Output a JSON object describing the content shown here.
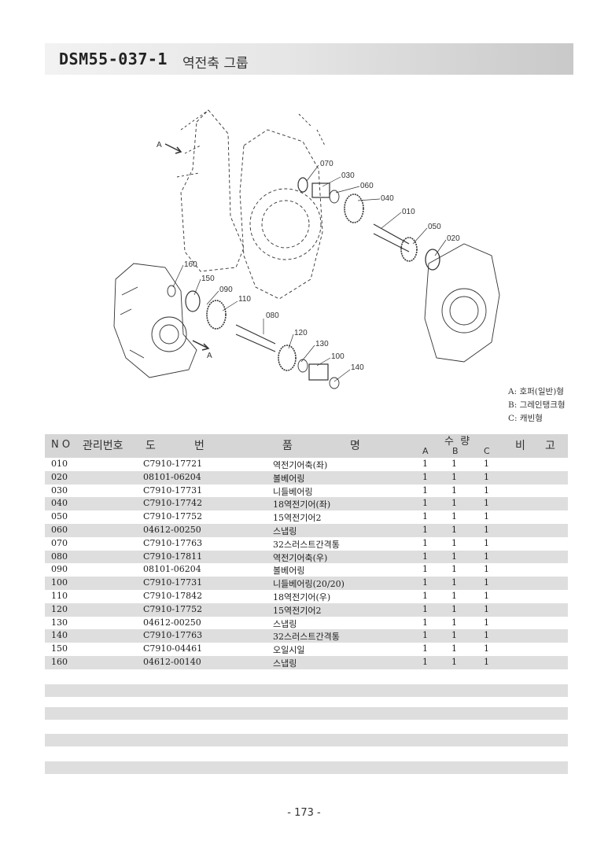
{
  "title": {
    "code": "DSM55-037-1",
    "name": "역전축 그룹"
  },
  "legend": [
    "A: 호퍼(일반)형",
    "B: 그레인탱크형",
    "C: 캐빈형"
  ],
  "diagram": {
    "view_marks": [
      "A",
      "A"
    ],
    "callouts": [
      "070",
      "030",
      "060",
      "040",
      "010",
      "050",
      "020",
      "160",
      "150",
      "090",
      "110",
      "080",
      "120",
      "130",
      "100",
      "140"
    ]
  },
  "table": {
    "headers": {
      "no": "N O",
      "mgmt": "관리번호",
      "dwg_1": "도",
      "dwg_2": "번",
      "name_1": "품",
      "name_2": "명",
      "qty": "수  량",
      "qty_a": "A",
      "qty_b": "B",
      "qty_c": "C",
      "remark_1": "비",
      "remark_2": "고"
    },
    "rows": [
      {
        "no": "010",
        "dwg": "C7910-17721",
        "name": "역전기어축(좌)",
        "a": "1",
        "b": "1",
        "c": "1"
      },
      {
        "no": "020",
        "dwg": "08101-06204",
        "name": "볼베어링",
        "a": "1",
        "b": "1",
        "c": "1"
      },
      {
        "no": "030",
        "dwg": "C7910-17731",
        "name": "니들베어링",
        "a": "1",
        "b": "1",
        "c": "1"
      },
      {
        "no": "040",
        "dwg": "C7910-17742",
        "name": "18역전기어(좌)",
        "a": "1",
        "b": "1",
        "c": "1"
      },
      {
        "no": "050",
        "dwg": "C7910-17752",
        "name": "15역전기어2",
        "a": "1",
        "b": "1",
        "c": "1"
      },
      {
        "no": "060",
        "dwg": "04612-00250",
        "name": "스냅링",
        "a": "1",
        "b": "1",
        "c": "1"
      },
      {
        "no": "070",
        "dwg": "C7910-17763",
        "name": "32스러스트간격통",
        "a": "1",
        "b": "1",
        "c": "1"
      },
      {
        "no": "080",
        "dwg": "C7910-17811",
        "name": "역전기어축(우)",
        "a": "1",
        "b": "1",
        "c": "1"
      },
      {
        "no": "090",
        "dwg": "08101-06204",
        "name": "볼베어링",
        "a": "1",
        "b": "1",
        "c": "1"
      },
      {
        "no": "100",
        "dwg": "C7910-17731",
        "name": "니들베어링(20/20)",
        "a": "1",
        "b": "1",
        "c": "1"
      },
      {
        "no": "110",
        "dwg": "C7910-17842",
        "name": "18역전기어(우)",
        "a": "1",
        "b": "1",
        "c": "1"
      },
      {
        "no": "120",
        "dwg": "C7910-17752",
        "name": "15역전기어2",
        "a": "1",
        "b": "1",
        "c": "1"
      },
      {
        "no": "130",
        "dwg": "04612-00250",
        "name": "스냅링",
        "a": "1",
        "b": "1",
        "c": "1"
      },
      {
        "no": "140",
        "dwg": "C7910-17763",
        "name": "32스러스트간격통",
        "a": "1",
        "b": "1",
        "c": "1"
      },
      {
        "no": "150",
        "dwg": "C7910-04461",
        "name": "오일시일",
        "a": "1",
        "b": "1",
        "c": "1"
      },
      {
        "no": "160",
        "dwg": "04612-00140",
        "name": "스냅링",
        "a": "1",
        "b": "1",
        "c": "1"
      }
    ]
  },
  "page_number": "- 173 -"
}
